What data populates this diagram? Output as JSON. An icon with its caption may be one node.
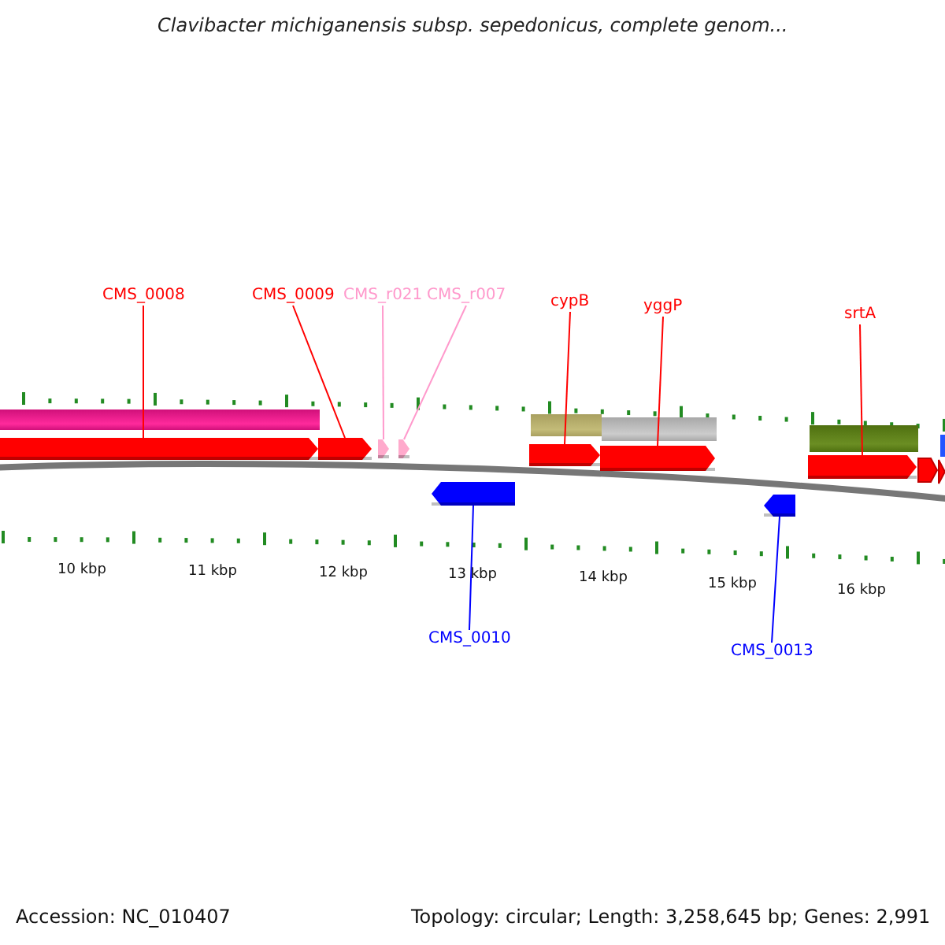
{
  "diagram": {
    "title": "Clavibacter michiganensis subsp. sepedonicus, complete genom...",
    "nodes": [
      {
        "text": [
          "CMS_0008"
        ]
      },
      {
        "text": [
          "CMS_0009"
        ]
      },
      {
        "text": [
          "CMS_r021"
        ]
      },
      {
        "text": [
          "CMS_r007"
        ]
      },
      {
        "text": [
          "cypB"
        ]
      },
      {
        "text": [
          "yggP"
        ]
      },
      {
        "text": [
          "srtA"
        ]
      },
      {
        "text": [
          "CMS_0010"
        ]
      },
      {
        "text": [
          "CMS_0013"
        ]
      },
      {
        "text": [],
        "shape": "arrow"
      },
      {
        "text": [],
        "shape": "arrow"
      },
      {
        "text": [],
        "shape": "arrow"
      },
      {
        "text": [],
        "shape": "arrow"
      },
      {
        "text": [],
        "shape": "arrow"
      },
      {
        "text": [],
        "shape": "arrow"
      },
      {
        "text": [],
        "shape": "arrow"
      },
      {
        "text": [],
        "shape": "arrow"
      },
      {
        "text": [],
        "shape": "arrow"
      }
    ],
    "edges": [
      {
        "from": 0,
        "to": 9,
        "arrow": "none"
      },
      {
        "from": 1,
        "to": 10,
        "arrow": "none"
      },
      {
        "from": 2,
        "to": 11,
        "arrow": "none",
        "color": "#ff99cc"
      },
      {
        "from": 3,
        "to": 12,
        "arrow": "none",
        "color": "#ff99cc"
      },
      {
        "from": 4,
        "to": 13,
        "arrow": "none"
      },
      {
        "from": 5,
        "to": 14,
        "arrow": "none"
      },
      {
        "from": 6,
        "to": 15,
        "arrow": "none"
      },
      {
        "from": 7,
        "to": 16,
        "arrow": "none",
        "color": "#0000ff"
      },
      {
        "from": 8,
        "to": 17,
        "arrow": "none",
        "color": "#0000ff"
      }
    ],
    "labels": [
      "10 kbp",
      "11 kbp",
      "12 kbp",
      "13 kbp",
      "14 kbp",
      "15 kbp",
      "16 kbp",
      "Accession: NC_010407",
      "Topology: circular; Length: 3,258,645 bp; Genes: 2,991"
    ]
  }
}
